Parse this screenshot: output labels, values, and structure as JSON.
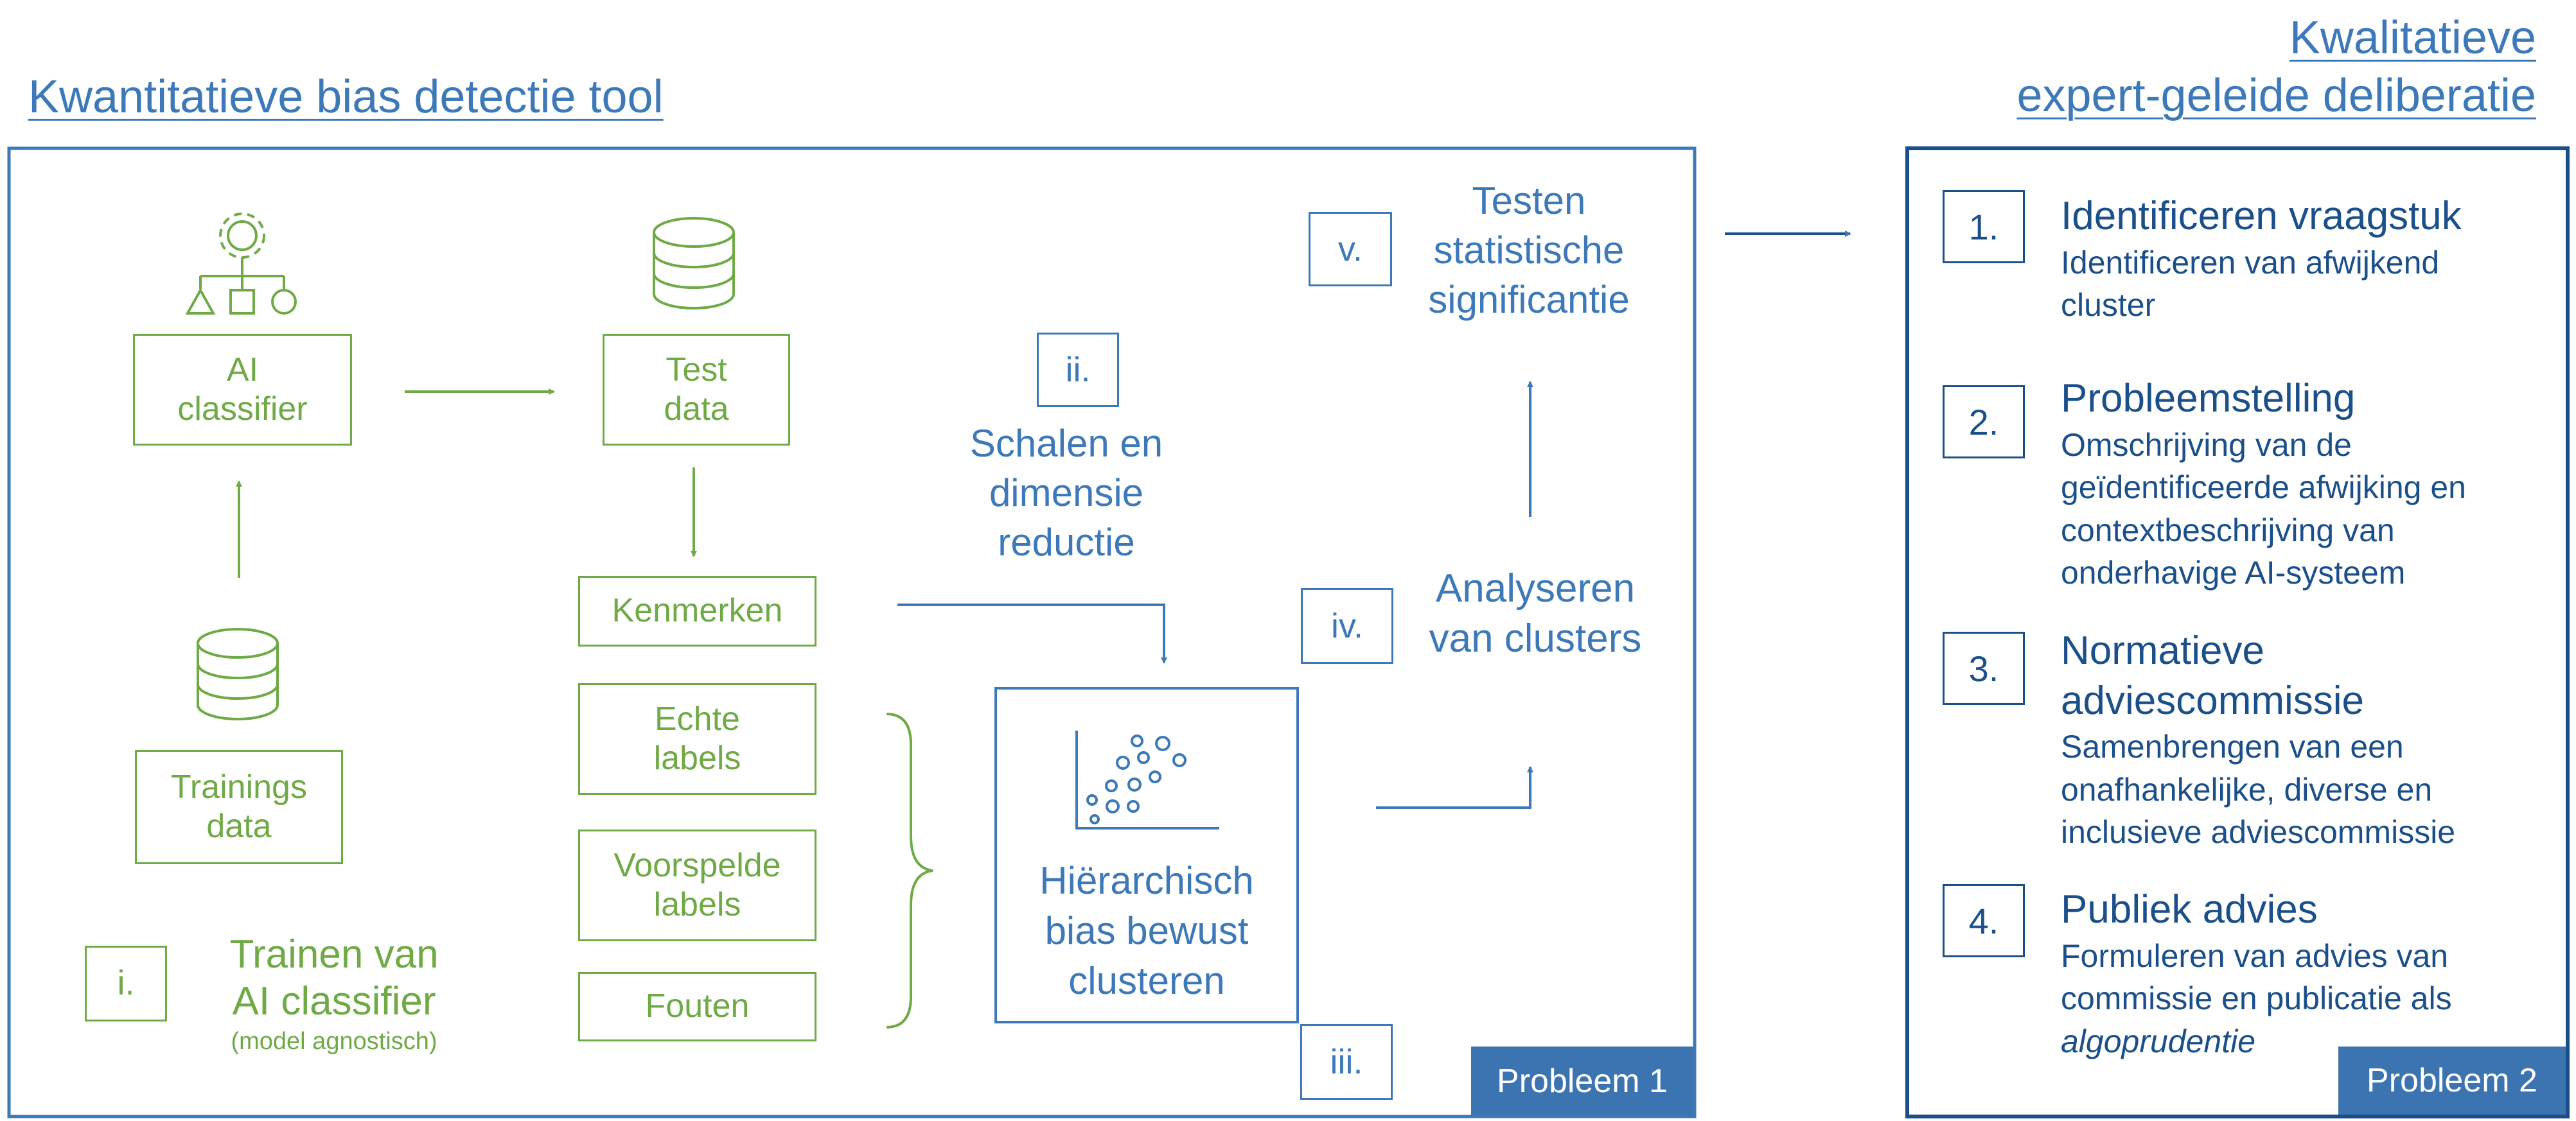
{
  "left_title": "Kwantitatieve bias detectie tool",
  "right_title_line1": "Kwalitatieve",
  "right_title_line2": "expert-geleide deliberatie",
  "tool": {
    "ai_classifier_l1": "AI",
    "ai_classifier_l2": "classifier",
    "test_data_l1": "Test",
    "test_data_l2": "data",
    "trainings_l1": "Trainings",
    "trainings_l2": "data",
    "kenmerken": "Kenmerken",
    "echte_l1": "Echte",
    "echte_l2": "labels",
    "voorspelde_l1": "Voorspelde",
    "voorspelde_l2": "labels",
    "fouten": "Fouten",
    "step_i": "i.",
    "step_i_l1": "Trainen van",
    "step_i_l2": "AI classifier",
    "step_i_sub": "(model agnostisch)",
    "step_ii": "ii.",
    "step_ii_l1": "Schalen en",
    "step_ii_l2": "dimensie",
    "step_ii_l3": "reductie",
    "step_iii": "iii.",
    "cluster_l1": "Hiërarchisch",
    "cluster_l2": "bias bewust",
    "cluster_l3": "clusteren",
    "step_iv": "iv.",
    "step_iv_l1": "Analyseren",
    "step_iv_l2": "van clusters",
    "step_v": "v.",
    "step_v_l1": "Testen",
    "step_v_l2": "statistische",
    "step_v_l3": "significantie",
    "tag": "Probleem 1"
  },
  "deliberation": {
    "items": [
      {
        "num": "1.",
        "title": "Identificeren vraagstuk",
        "lines": [
          "Identificeren van afwijkend",
          "cluster"
        ]
      },
      {
        "num": "2.",
        "title": "Probleemstelling",
        "lines": [
          "Omschrijving van de",
          "geïdentificeerde afwijking en",
          "contextbeschrijving van",
          "onderhavige AI-systeem"
        ]
      },
      {
        "num": "3.",
        "title_l1": "Normatieve",
        "title_l2": "adviescommissie",
        "lines": [
          "Samenbrengen van een",
          "onafhankelijke, diverse en",
          "inclusieve adviescommissie"
        ]
      },
      {
        "num": "4.",
        "title": "Publiek advies",
        "lines": [
          "Formuleren van advies van",
          "commissie en publicatie als"
        ],
        "italic_line": "algoprudentie"
      }
    ],
    "tag": "Probleem 2"
  },
  "colors": {
    "green": "#6faa46",
    "blue": "#3d78b8",
    "navy": "#1b4f8a",
    "tag_bg": "#3c74b1"
  }
}
